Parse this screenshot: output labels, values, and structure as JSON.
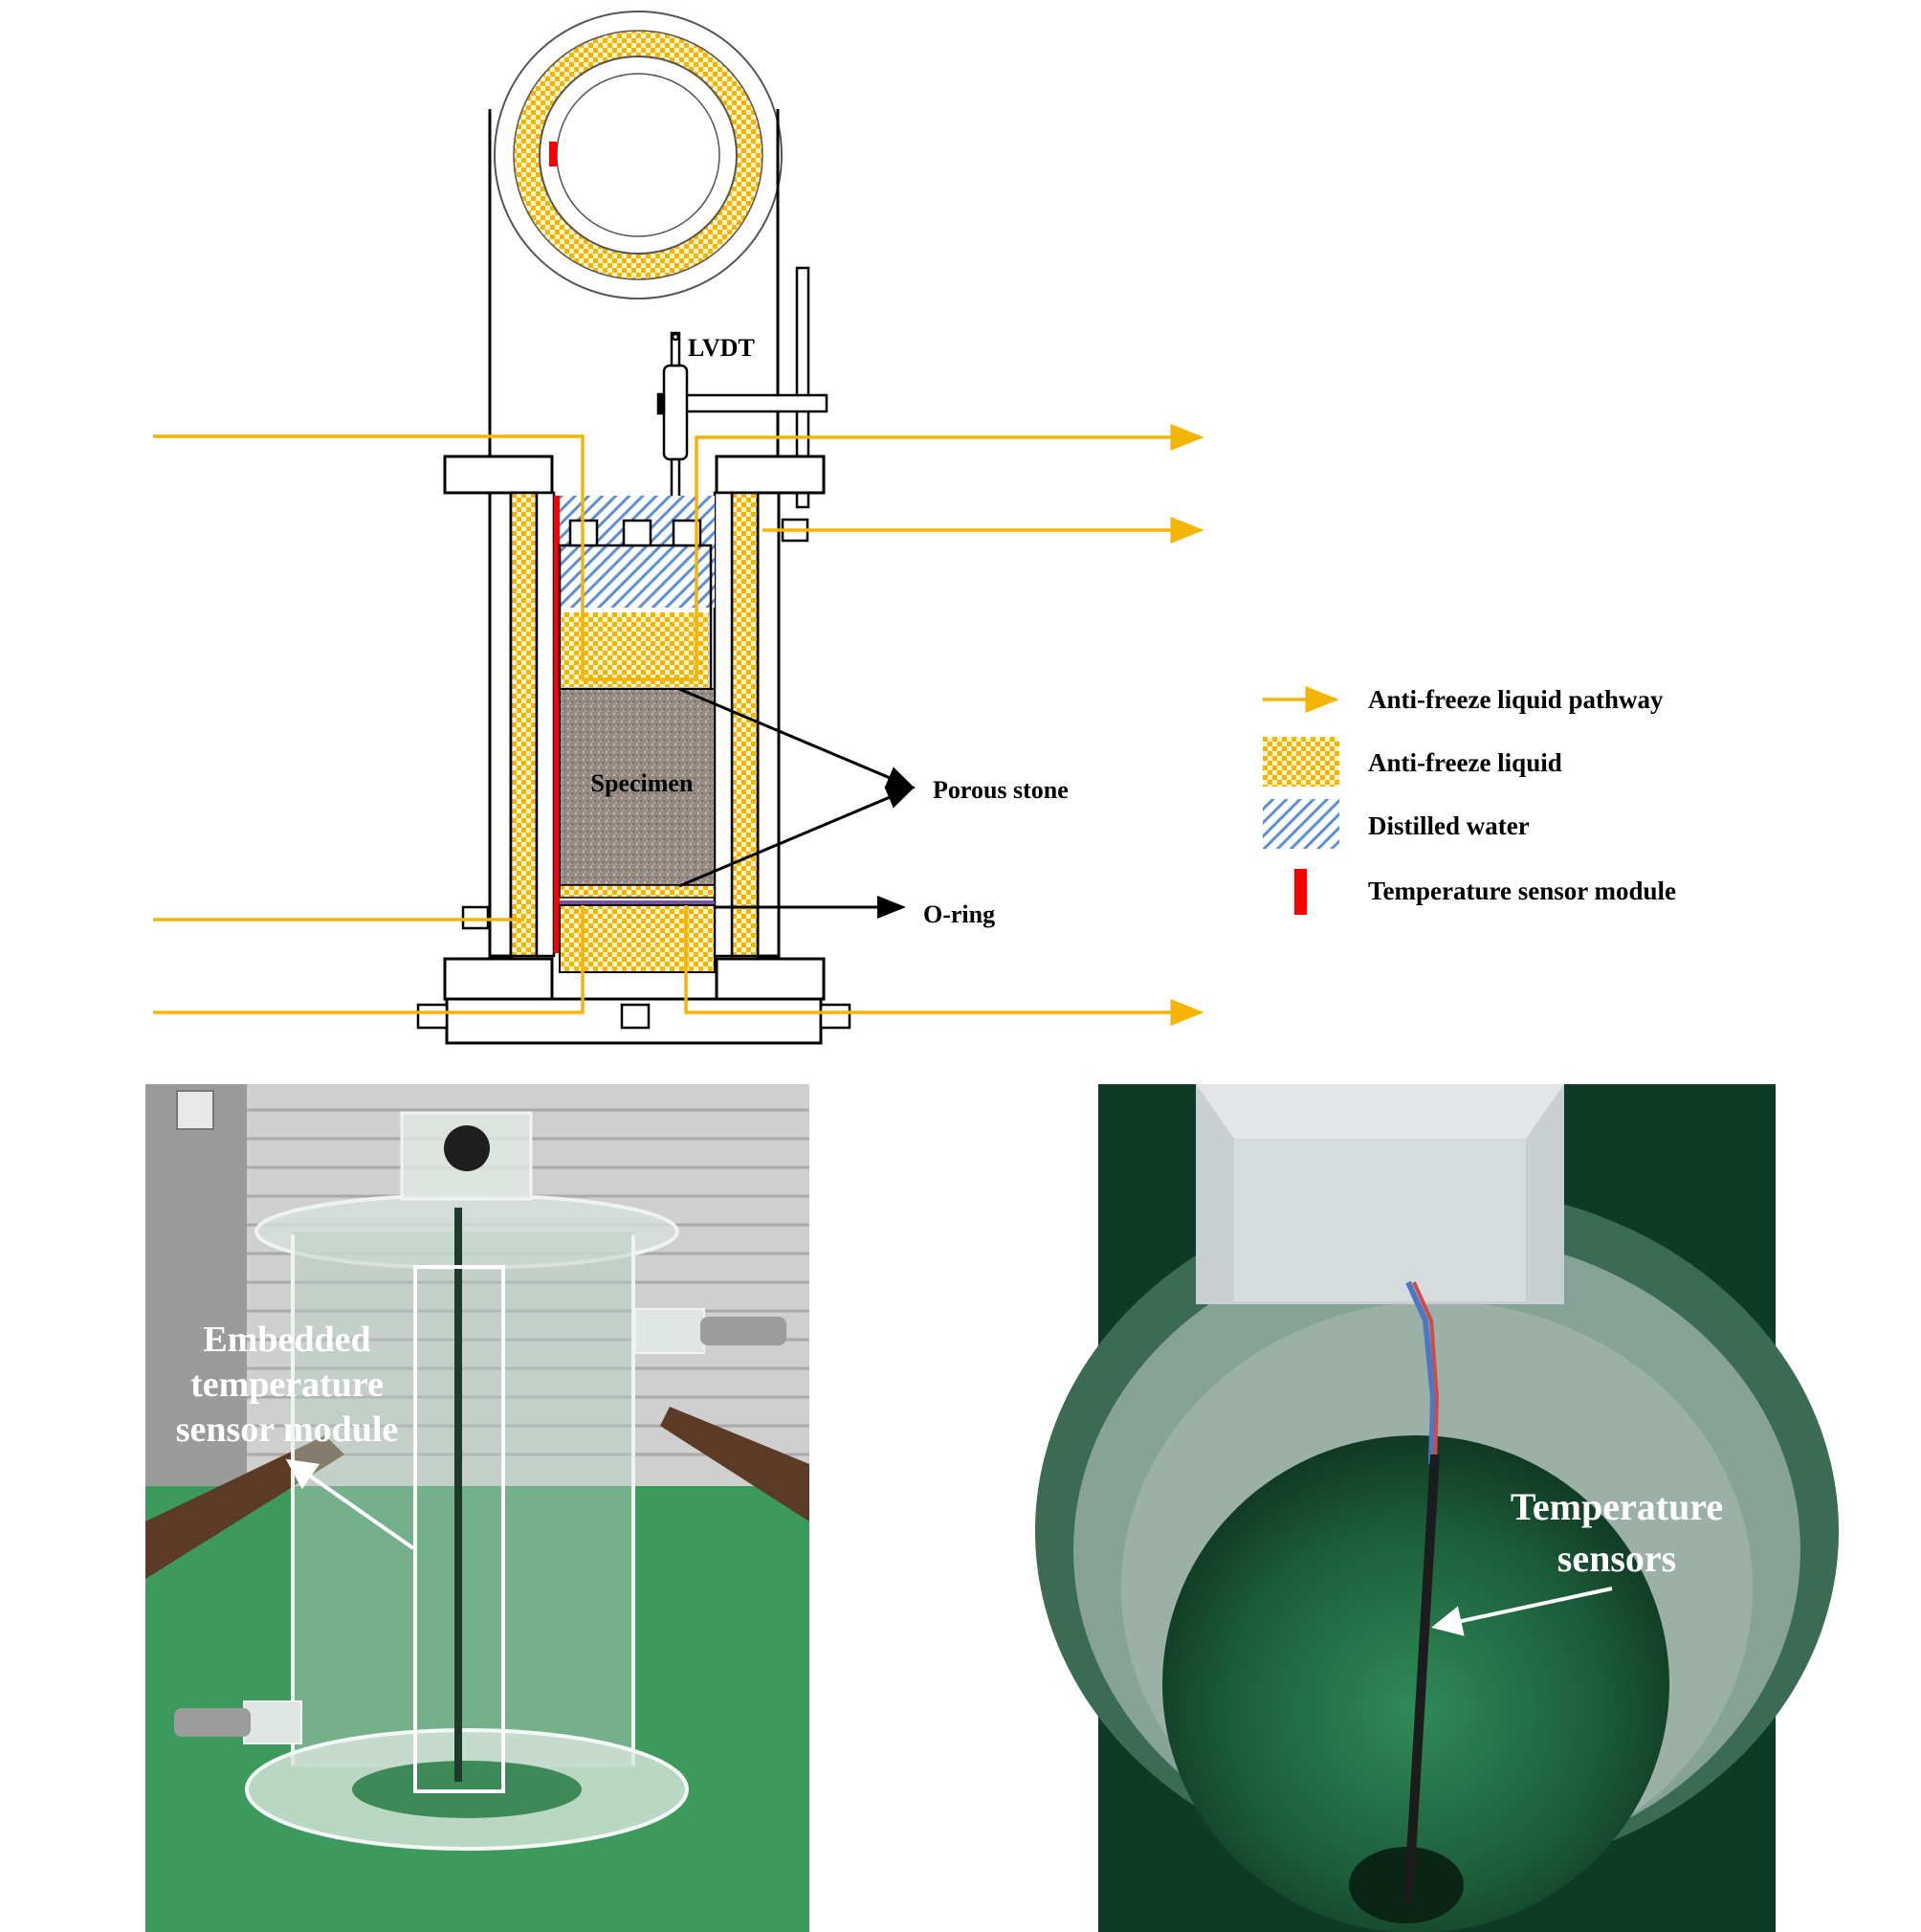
{
  "diagram": {
    "labels": {
      "lvdt": "LVDT",
      "specimen": "Specimen",
      "porous_stone": "Porous stone",
      "o_ring": "O-ring"
    },
    "legend": [
      {
        "id": "pathway",
        "label": "Anti-freeze liquid pathway",
        "swatch": "arrow",
        "color": "#f5b400"
      },
      {
        "id": "liquid",
        "label": "Anti-freeze liquid",
        "swatch": "checker",
        "color": "#f5b400"
      },
      {
        "id": "water",
        "label": "Distilled water",
        "swatch": "hatch",
        "color": "#5b8fd9"
      },
      {
        "id": "sensor",
        "label": "Temperature sensor module",
        "swatch": "bar",
        "color": "#ff0000"
      }
    ],
    "colors": {
      "pathway": "#f5b400",
      "liquid": "#f5b400",
      "water": "#5b8fd9",
      "sensor": "#ff0000",
      "specimen": "#9a8e86",
      "o_ring": "#7a4fa0"
    }
  },
  "photos": {
    "left": {
      "label_line1": "Embedded",
      "label_line2": "temperature",
      "label_line3": "sensor module"
    },
    "right": {
      "label_line1": "Temperature",
      "label_line2": "sensors"
    }
  }
}
